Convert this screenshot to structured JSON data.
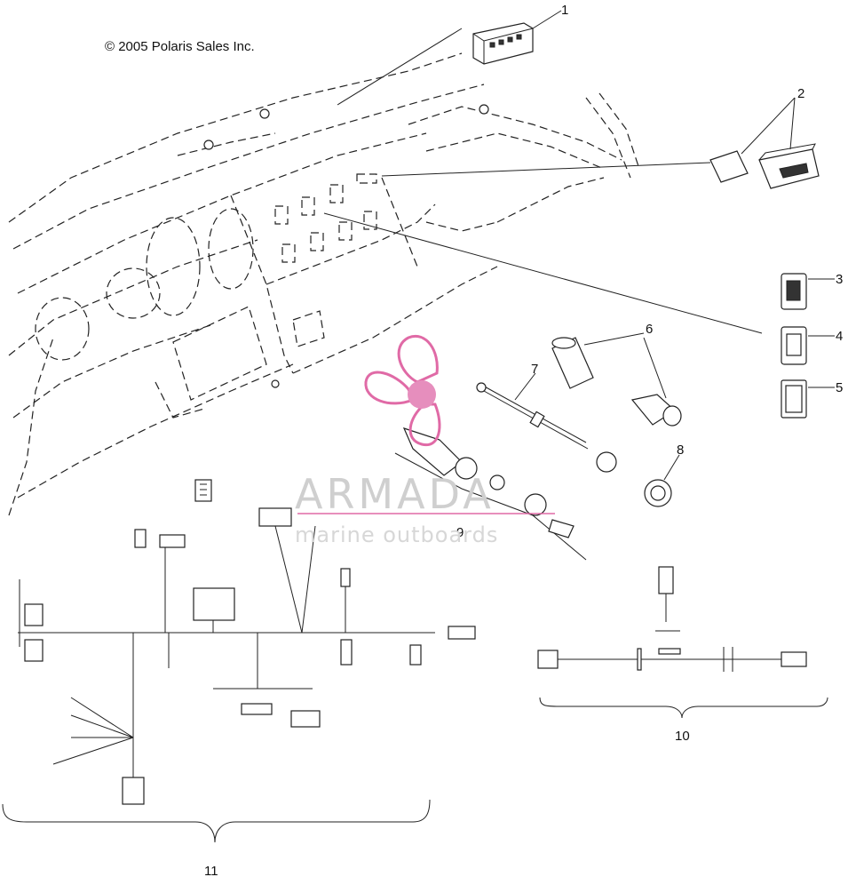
{
  "copyright": "© 2005 Polaris Sales Inc.",
  "watermark": {
    "brand": "ARMADA",
    "tagline": "marine outboards",
    "accent_color": "#e06aa6"
  },
  "callouts": [
    "1",
    "2",
    "3",
    "4",
    "5",
    "6",
    "7",
    "8",
    "9",
    "10",
    "11"
  ]
}
